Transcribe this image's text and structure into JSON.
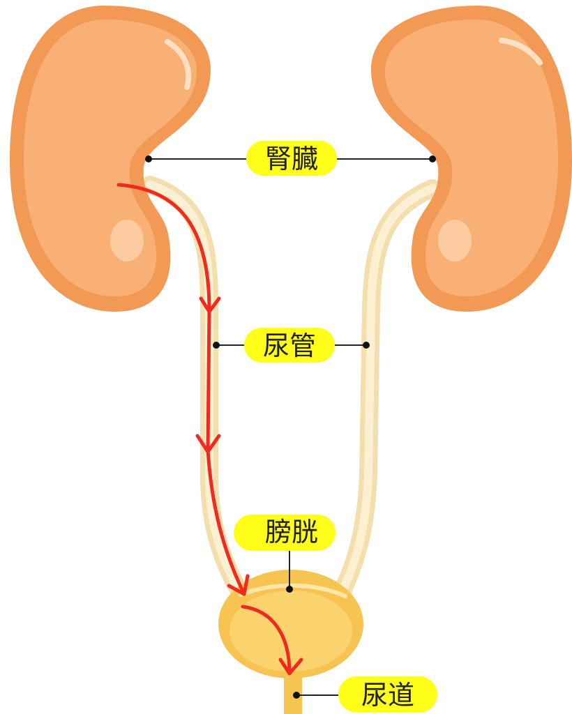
{
  "labels": {
    "kidney": "腎臓",
    "ureter": "尿管",
    "bladder": "膀胱",
    "urethra": "尿道"
  },
  "colors": {
    "kidney_outer": "#f29a55",
    "kidney_inner": "#f8b074",
    "ureter": "#f3dfae",
    "bladder": "#f7c452",
    "label_bg": "#ffff1a",
    "arrow": "#f02a1e"
  }
}
